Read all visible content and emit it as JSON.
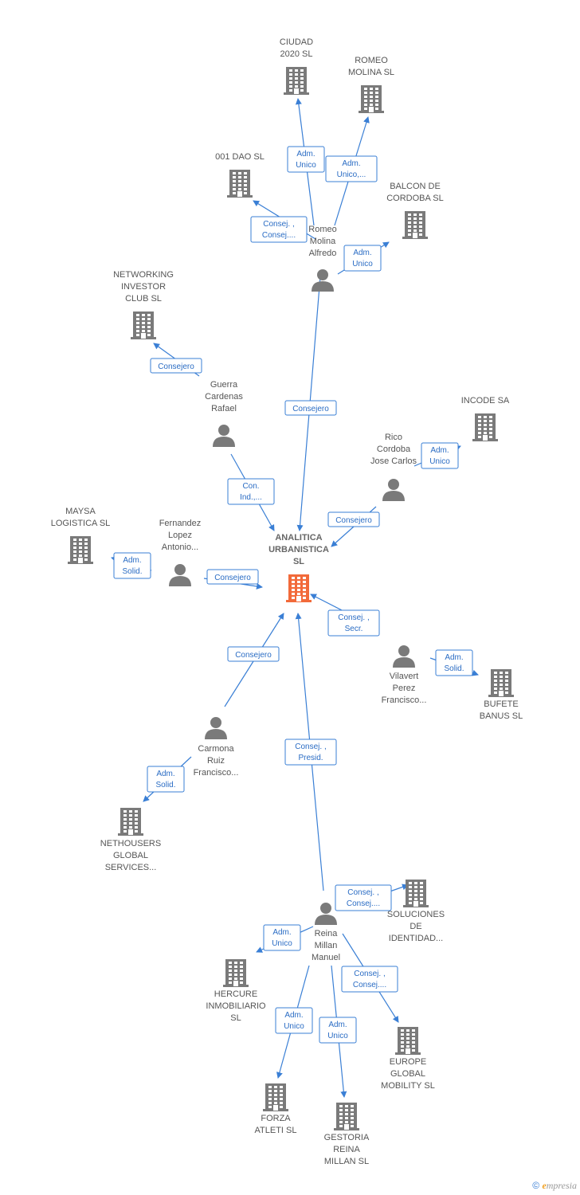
{
  "colors": {
    "edge": "#3a7fd5",
    "node_icon": "#7a7a7a",
    "main_node_icon": "#f26a3a",
    "label": "#555555"
  },
  "nodes": [
    {
      "id": "analitica",
      "type": "company",
      "main": true,
      "label": [
        "ANALITICA",
        "URBANISTICA",
        "SL"
      ]
    },
    {
      "id": "ciudad2020",
      "type": "company",
      "label": [
        "CIUDAD",
        "2020 SL"
      ]
    },
    {
      "id": "romeo_molina_sl",
      "type": "company",
      "label": [
        "ROMEO",
        "MOLINA SL"
      ]
    },
    {
      "id": "dao001",
      "type": "company",
      "label": [
        "001 DAO SL"
      ]
    },
    {
      "id": "balcon",
      "type": "company",
      "label": [
        "BALCON DE",
        "CORDOBA SL"
      ]
    },
    {
      "id": "romeo_person",
      "type": "person",
      "label": [
        "Romeo",
        "Molina",
        "Alfredo"
      ]
    },
    {
      "id": "networking",
      "type": "company",
      "label": [
        "NETWORKING",
        "INVESTOR",
        "CLUB SL"
      ]
    },
    {
      "id": "guerra",
      "type": "person",
      "label": [
        "Guerra",
        "Cardenas",
        "Rafael"
      ]
    },
    {
      "id": "incode",
      "type": "company",
      "label": [
        "INCODE SA"
      ]
    },
    {
      "id": "rico",
      "type": "person",
      "label": [
        "Rico",
        "Cordoba",
        "Jose Carlos"
      ]
    },
    {
      "id": "maysa",
      "type": "company",
      "label": [
        "MAYSA",
        "LOGISTICA SL"
      ]
    },
    {
      "id": "fernandez",
      "type": "person",
      "label": [
        "Fernandez",
        "Lopez",
        "Antonio..."
      ]
    },
    {
      "id": "vilavert",
      "type": "person",
      "label": [
        "Vilavert",
        "Perez",
        "Francisco..."
      ]
    },
    {
      "id": "bufete",
      "type": "company",
      "label": [
        "BUFETE",
        "BANUS SL"
      ]
    },
    {
      "id": "carmona",
      "type": "person",
      "label": [
        "Carmona",
        "Ruiz",
        "Francisco..."
      ]
    },
    {
      "id": "nethousers",
      "type": "company",
      "label": [
        "NETHOUSERS",
        "GLOBAL",
        "SERVICES..."
      ]
    },
    {
      "id": "reina",
      "type": "person",
      "label": [
        "Reina",
        "Millan",
        "Manuel"
      ]
    },
    {
      "id": "soluciones",
      "type": "company",
      "label": [
        "SOLUCIONES",
        "DE",
        "IDENTIDAD..."
      ]
    },
    {
      "id": "hercure",
      "type": "company",
      "label": [
        "HERCURE",
        "INMOBILIARIO",
        "SL"
      ]
    },
    {
      "id": "europe",
      "type": "company",
      "label": [
        "EUROPE",
        "GLOBAL",
        "MOBILITY SL"
      ]
    },
    {
      "id": "forza",
      "type": "company",
      "label": [
        "FORZA",
        "ATLETI SL"
      ]
    },
    {
      "id": "gestoria",
      "type": "company",
      "label": [
        "GESTORIA",
        "REINA",
        "MILLAN SL"
      ]
    }
  ],
  "edges": [
    {
      "from": "romeo_person",
      "to": "ciudad2020",
      "label": [
        "Adm.",
        "Unico"
      ]
    },
    {
      "from": "romeo_person",
      "to": "romeo_molina_sl",
      "label": [
        "Adm.",
        "Unico,..."
      ]
    },
    {
      "from": "romeo_person",
      "to": "dao001",
      "label": [
        "Consej. ,",
        "Consej...."
      ]
    },
    {
      "from": "romeo_person",
      "to": "balcon",
      "label": [
        "Adm.",
        "Unico"
      ]
    },
    {
      "from": "romeo_person",
      "to": "analitica",
      "label": [
        "Consejero"
      ]
    },
    {
      "from": "guerra",
      "to": "networking",
      "label": [
        "Consejero"
      ]
    },
    {
      "from": "guerra",
      "to": "analitica",
      "label": [
        "Con.",
        "Ind.,..."
      ]
    },
    {
      "from": "rico",
      "to": "incode",
      "label": [
        "Adm.",
        "Unico"
      ]
    },
    {
      "from": "rico",
      "to": "analitica",
      "label": [
        "Consejero"
      ]
    },
    {
      "from": "fernandez",
      "to": "maysa",
      "label": [
        "Adm.",
        "Solid."
      ]
    },
    {
      "from": "fernandez",
      "to": "analitica",
      "label": [
        "Consejero"
      ]
    },
    {
      "from": "vilavert",
      "to": "analitica",
      "label": [
        "Consej. ,",
        "Secr."
      ]
    },
    {
      "from": "vilavert",
      "to": "bufete",
      "label": [
        "Adm.",
        "Solid."
      ]
    },
    {
      "from": "carmona",
      "to": "analitica",
      "label": [
        "Consejero"
      ]
    },
    {
      "from": "carmona",
      "to": "nethousers",
      "label": [
        "Adm.",
        "Solid."
      ]
    },
    {
      "from": "reina",
      "to": "analitica",
      "label": [
        "Consej. ,",
        "Presid."
      ]
    },
    {
      "from": "reina",
      "to": "soluciones",
      "label": [
        "Consej. ,",
        "Consej...."
      ]
    },
    {
      "from": "reina",
      "to": "hercure",
      "label": [
        "Adm.",
        "Unico"
      ]
    },
    {
      "from": "reina",
      "to": "europe",
      "label": [
        "Consej. ,",
        "Consej...."
      ]
    },
    {
      "from": "reina",
      "to": "forza",
      "label": [
        "Adm.",
        "Unico"
      ]
    },
    {
      "from": "reina",
      "to": "gestoria",
      "label": [
        "Adm.",
        "Unico"
      ]
    }
  ],
  "footer": {
    "copyright": "©",
    "brand_initial": "e",
    "brand_rest": "mpresia"
  }
}
